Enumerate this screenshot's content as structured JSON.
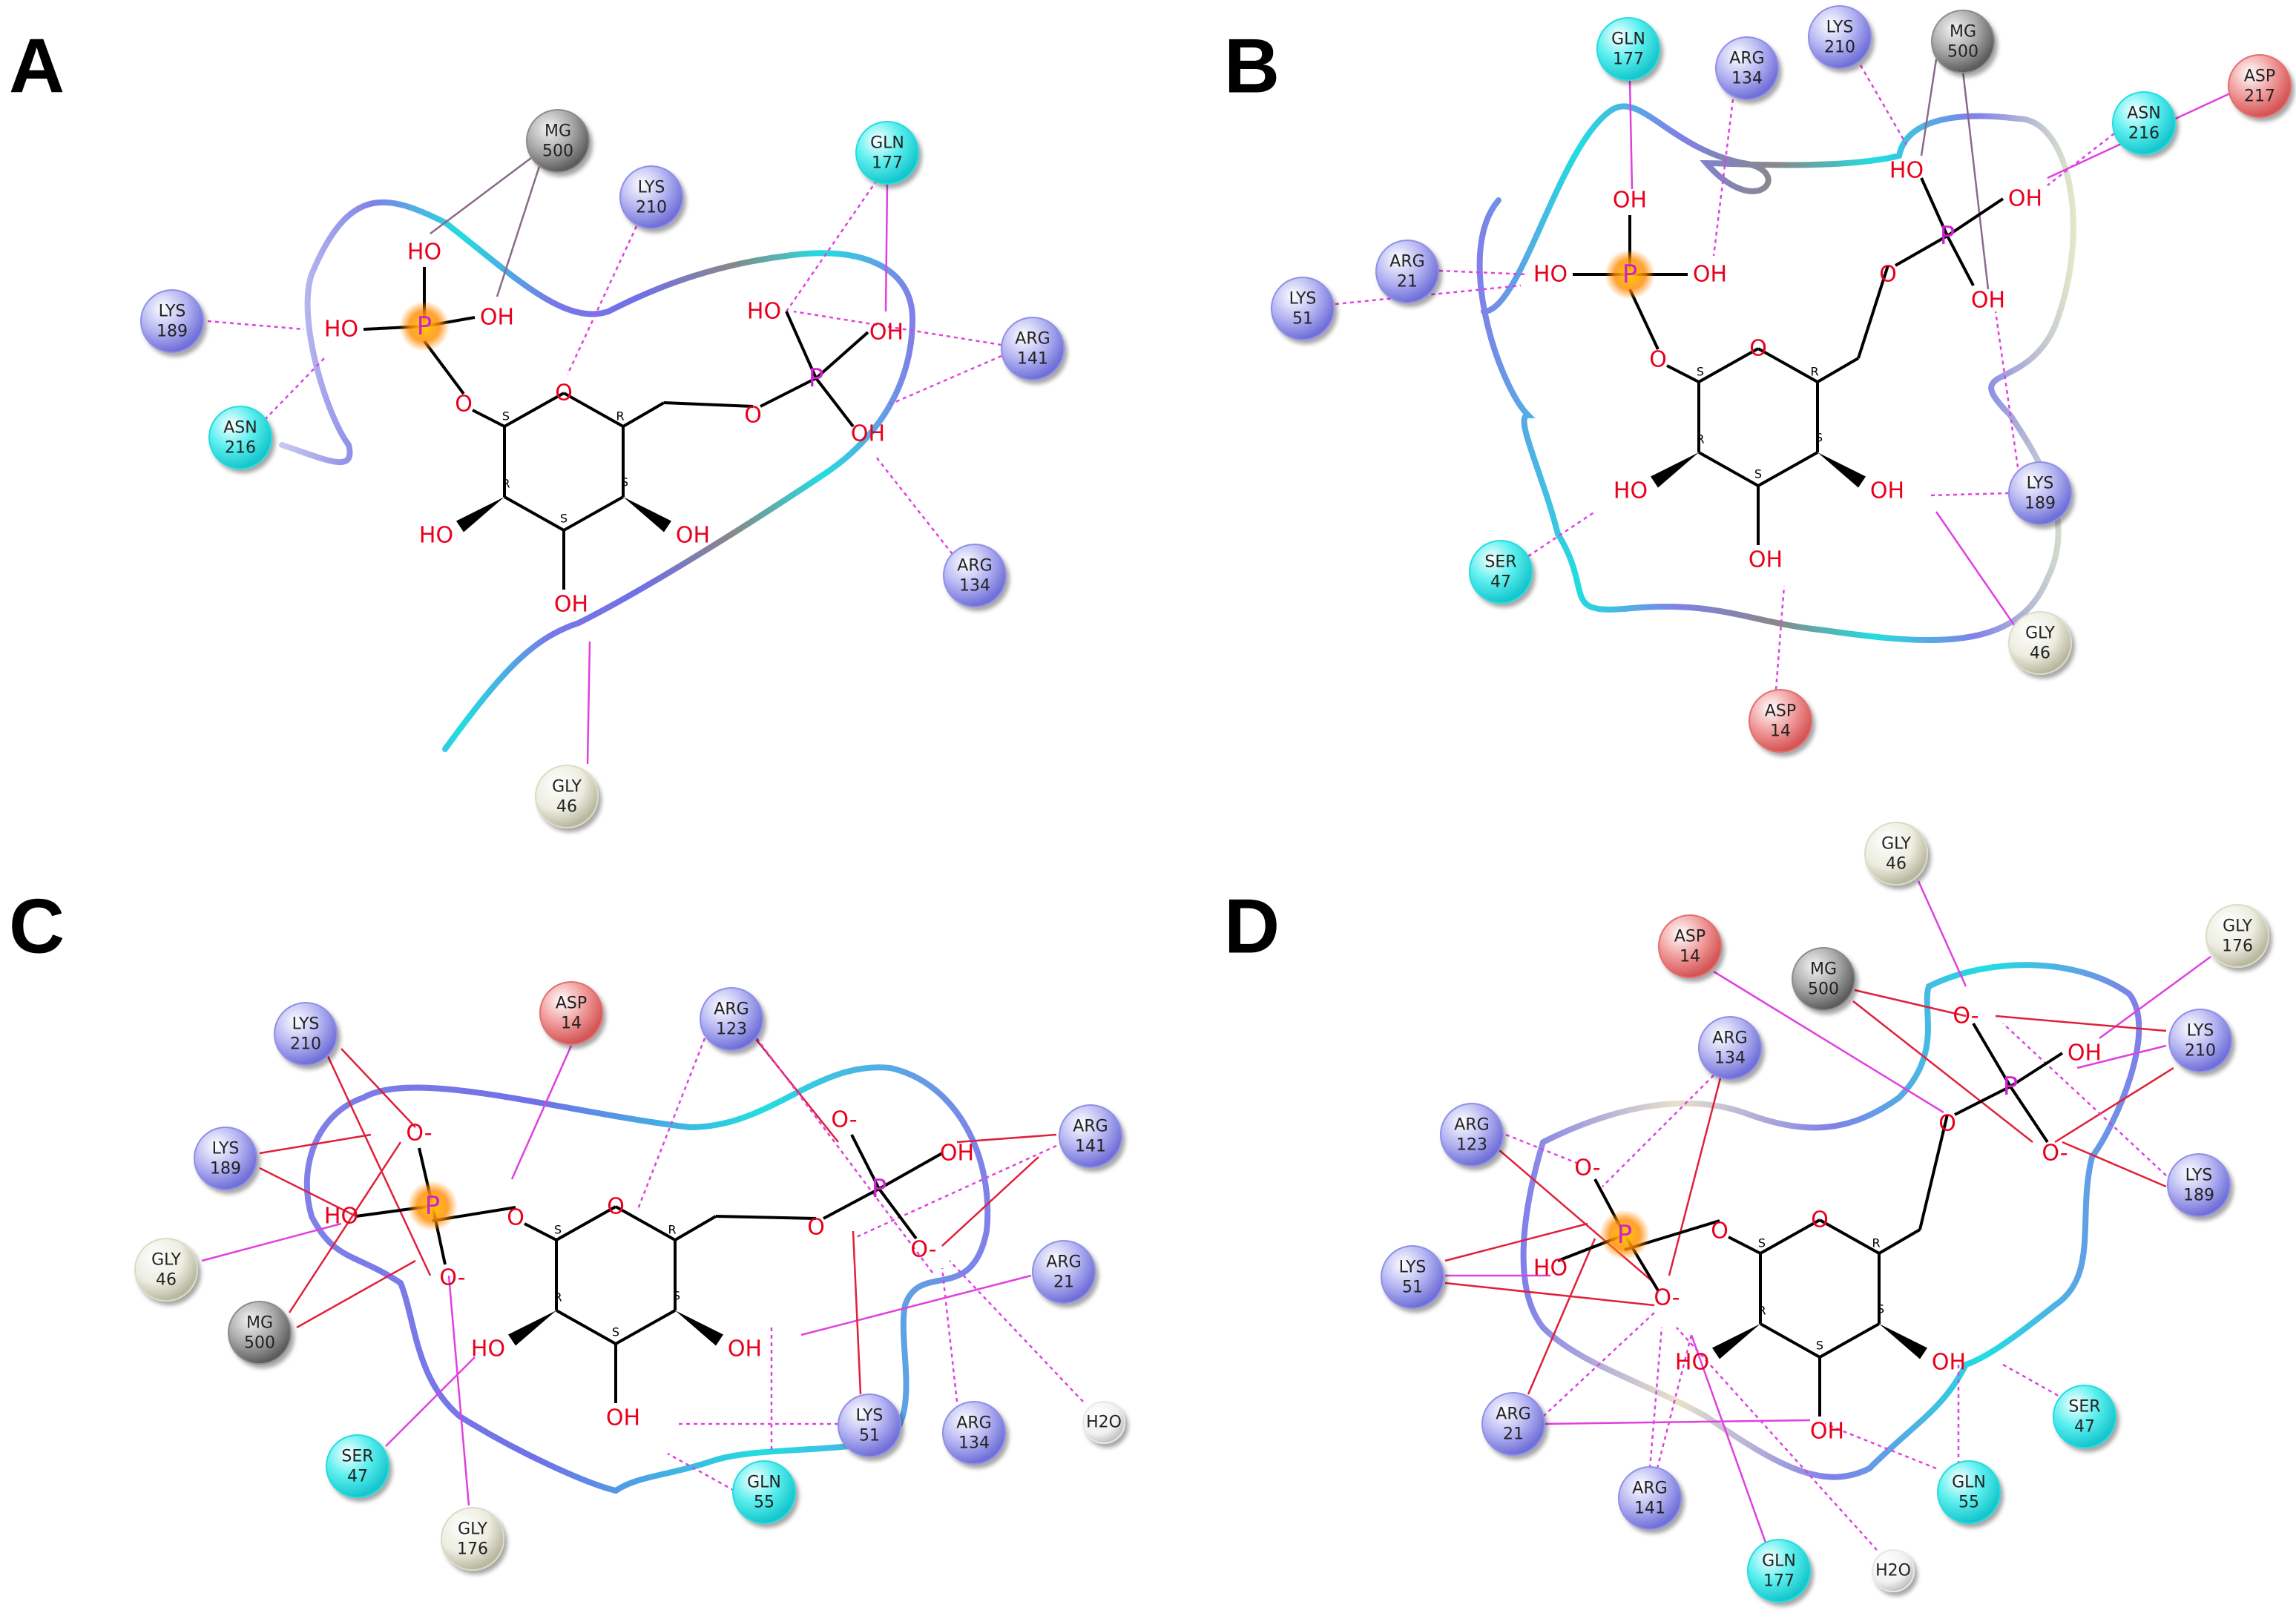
{
  "panel_labels": [
    "A",
    "B",
    "C",
    "D"
  ],
  "colors": {
    "lys_arg": "#8f8fe8",
    "gln_asn_ser": "#22dde0",
    "asp": "#e56e6e",
    "gly": "#dcdcc4",
    "mg": "#8c8c8c",
    "water": "#e8e8e8",
    "oxygen": "#e8001c",
    "phosphorus": "#d020d0"
  },
  "residues": {
    "A": [
      {
        "name": "LYS",
        "num": "189"
      },
      {
        "name": "ASN",
        "num": "216"
      },
      {
        "name": "MG",
        "num": "500"
      },
      {
        "name": "LYS",
        "num": "210"
      },
      {
        "name": "GLN",
        "num": "177"
      },
      {
        "name": "ARG",
        "num": "141"
      },
      {
        "name": "ARG",
        "num": "134"
      },
      {
        "name": "GLY",
        "num": "46"
      }
    ],
    "B": [
      {
        "name": "GLN",
        "num": "177"
      },
      {
        "name": "ARG",
        "num": "134"
      },
      {
        "name": "LYS",
        "num": "210"
      },
      {
        "name": "MG",
        "num": "500"
      },
      {
        "name": "ASP",
        "num": "217"
      },
      {
        "name": "ASN",
        "num": "216"
      },
      {
        "name": "ARG",
        "num": "21"
      },
      {
        "name": "LYS",
        "num": "51"
      },
      {
        "name": "LYS",
        "num": "189"
      },
      {
        "name": "SER",
        "num": "47"
      },
      {
        "name": "GLY",
        "num": "46"
      },
      {
        "name": "ASP",
        "num": "14"
      }
    ],
    "C": [
      {
        "name": "LYS",
        "num": "210"
      },
      {
        "name": "ASP",
        "num": "14"
      },
      {
        "name": "ARG",
        "num": "123"
      },
      {
        "name": "LYS",
        "num": "189"
      },
      {
        "name": "ARG",
        "num": "141"
      },
      {
        "name": "GLY",
        "num": "46"
      },
      {
        "name": "ARG",
        "num": "21"
      },
      {
        "name": "MG",
        "num": "500"
      },
      {
        "name": "SER",
        "num": "47"
      },
      {
        "name": "LYS",
        "num": "51"
      },
      {
        "name": "ARG",
        "num": "134"
      },
      {
        "name": "H2O",
        "num": ""
      },
      {
        "name": "GLN",
        "num": "55"
      },
      {
        "name": "GLY",
        "num": "176"
      }
    ],
    "D": [
      {
        "name": "GLY",
        "num": "46"
      },
      {
        "name": "ASP",
        "num": "14"
      },
      {
        "name": "GLY",
        "num": "176"
      },
      {
        "name": "MG",
        "num": "500"
      },
      {
        "name": "ARG",
        "num": "134"
      },
      {
        "name": "LYS",
        "num": "210"
      },
      {
        "name": "ARG",
        "num": "123"
      },
      {
        "name": "LYS",
        "num": "189"
      },
      {
        "name": "LYS",
        "num": "51"
      },
      {
        "name": "SER",
        "num": "47"
      },
      {
        "name": "ARG",
        "num": "21"
      },
      {
        "name": "GLN",
        "num": "55"
      },
      {
        "name": "ARG",
        "num": "141"
      },
      {
        "name": "GLN",
        "num": "177"
      },
      {
        "name": "H2O",
        "num": ""
      }
    ]
  },
  "atoms": {
    "hydroxyl_left": "HO",
    "hydroxyl_right": "OH",
    "oxygen": "O",
    "phosphorus": "P",
    "oxide": "O-",
    "stereo_r": "R",
    "stereo_s": "S"
  }
}
